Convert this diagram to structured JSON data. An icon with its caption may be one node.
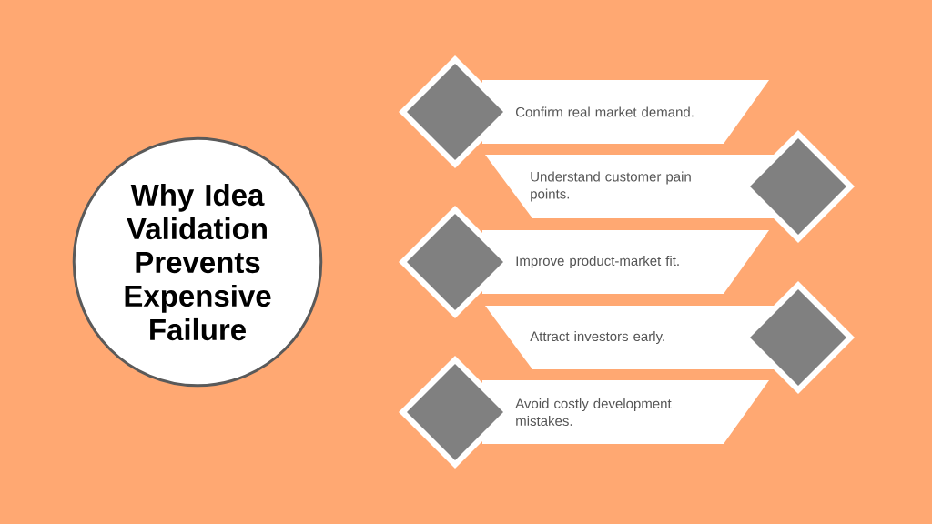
{
  "diagram": {
    "nodes": [
      {
        "text": [
          "Why Idea Validation Prevents Expensive Failure"
        ]
      },
      {
        "text": [
          "Confirm real market demand."
        ]
      },
      {
        "text": [
          "Understand customer pain points."
        ]
      },
      {
        "text": [
          "Improve product-market fit."
        ]
      },
      {
        "text": [
          "Attract investors early."
        ]
      },
      {
        "text": [
          "Avoid costly development mistakes."
        ]
      }
    ]
  }
}
